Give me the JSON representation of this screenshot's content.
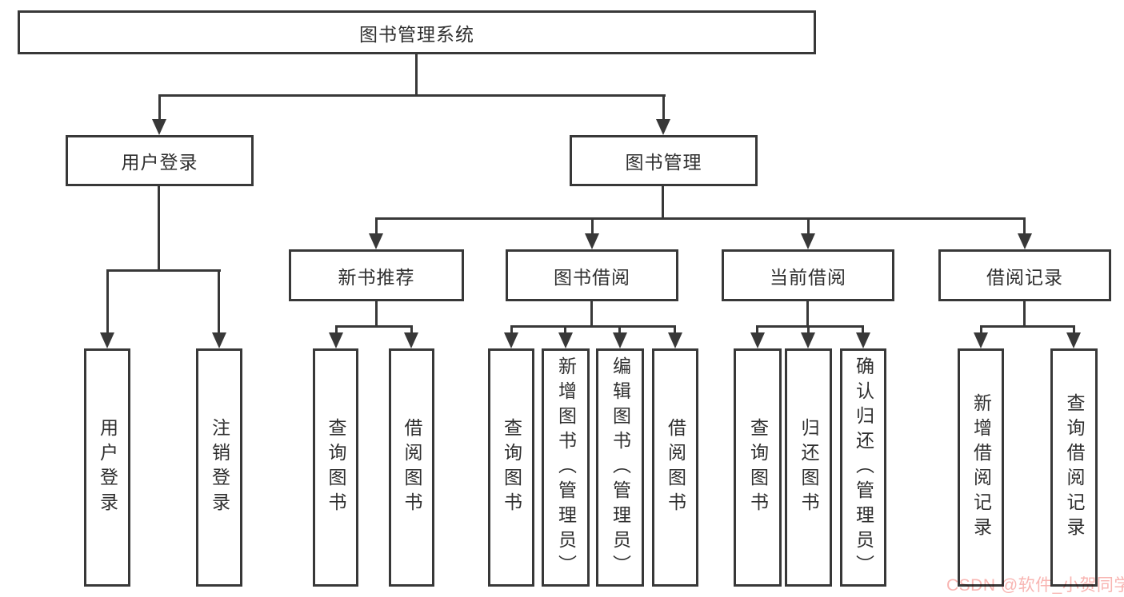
{
  "tree": {
    "root": {
      "label": "图书管理系统"
    },
    "branches": [
      {
        "label": "用户登录",
        "children": [
          {
            "label": "用户登录"
          },
          {
            "label": "注销登录"
          }
        ]
      },
      {
        "label": "图书管理",
        "children": [
          {
            "label": "新书推荐",
            "children": [
              {
                "label": "查询图书"
              },
              {
                "label": "借阅图书"
              }
            ]
          },
          {
            "label": "图书借阅",
            "children": [
              {
                "label": "查询图书"
              },
              {
                "label": "新增图书（管理员）"
              },
              {
                "label": "编辑图书（管理员）"
              },
              {
                "label": "借阅图书"
              }
            ]
          },
          {
            "label": "当前借阅",
            "children": [
              {
                "label": "查询图书"
              },
              {
                "label": "归还图书"
              },
              {
                "label": "确认归还（管理员）"
              }
            ]
          },
          {
            "label": "借阅记录",
            "children": [
              {
                "label": "新增借阅记录"
              },
              {
                "label": "查询借阅记录"
              }
            ]
          }
        ]
      }
    ]
  },
  "watermark": {
    "text": "CSDN @软件_小贺同学"
  },
  "colors": {
    "line": "#383838",
    "box_border": "#383838",
    "box_background": "#ffffff",
    "text": "#2f2f2f",
    "watermark": "#f8b5b2",
    "background": "#ffffff"
  }
}
